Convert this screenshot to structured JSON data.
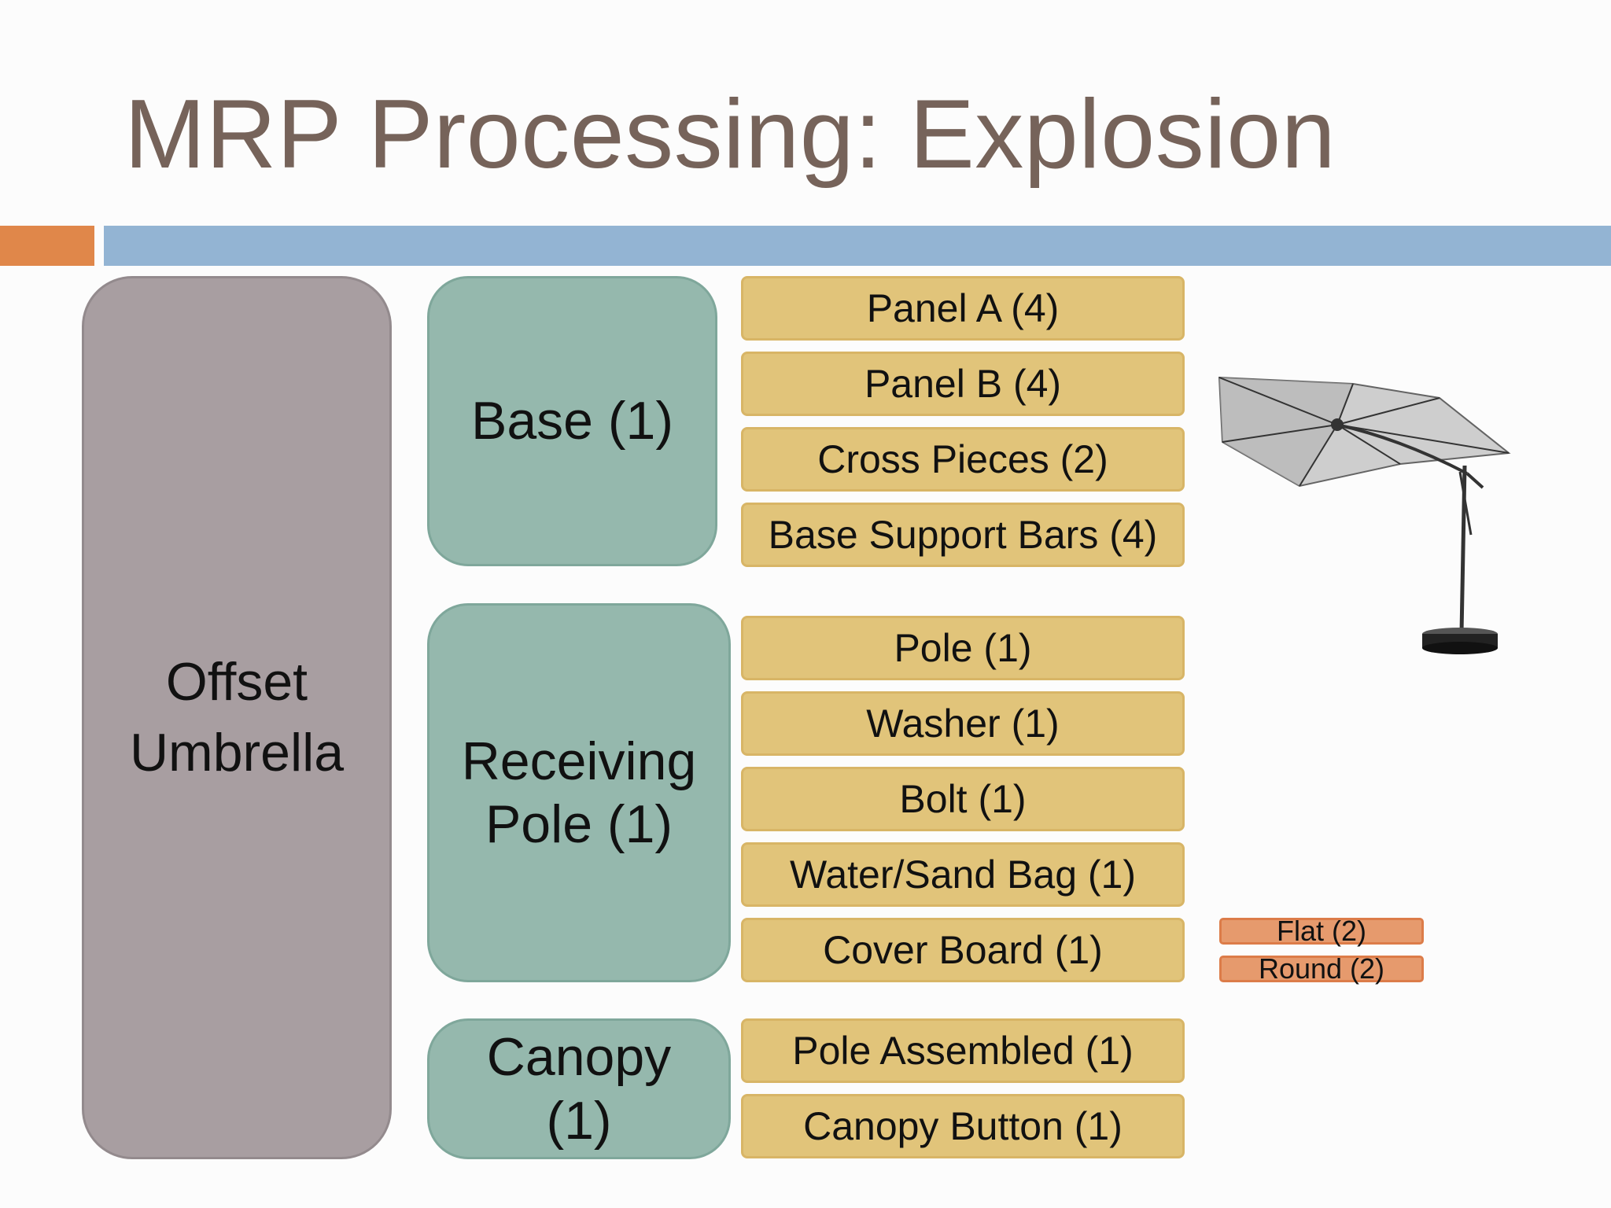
{
  "slide": {
    "title": "MRP Processing: Explosion"
  },
  "colors": {
    "title_text": "#76635a",
    "accent_orange": "#e0874a",
    "accent_blue": "#93b4d3",
    "level0_fill": "#a89ea1",
    "level1_fill": "#95b8ad",
    "level2_fill": "#e1c47a",
    "level3_fill": "#e69a6d"
  },
  "diagram": {
    "root": {
      "label": "Offset\nUmbrella"
    },
    "components": [
      {
        "label": "Base (1)",
        "parts": [
          "Panel A (4)",
          "Panel B (4)",
          "Cross Pieces (2)",
          "Base Support Bars (4)"
        ]
      },
      {
        "label": "Receiving\nPole (1)",
        "parts": [
          "Pole (1)",
          "Washer (1)",
          "Bolt (1)",
          "Water/Sand Bag (1)",
          "Cover Board (1)"
        ],
        "subparts": [
          "Flat (2)",
          "Round (2)"
        ]
      },
      {
        "label": "Canopy\n(1)",
        "parts": [
          "Pole Assembled (1)",
          "Canopy Button (1)"
        ]
      }
    ]
  },
  "image": {
    "icon": "offset-umbrella-photo"
  }
}
